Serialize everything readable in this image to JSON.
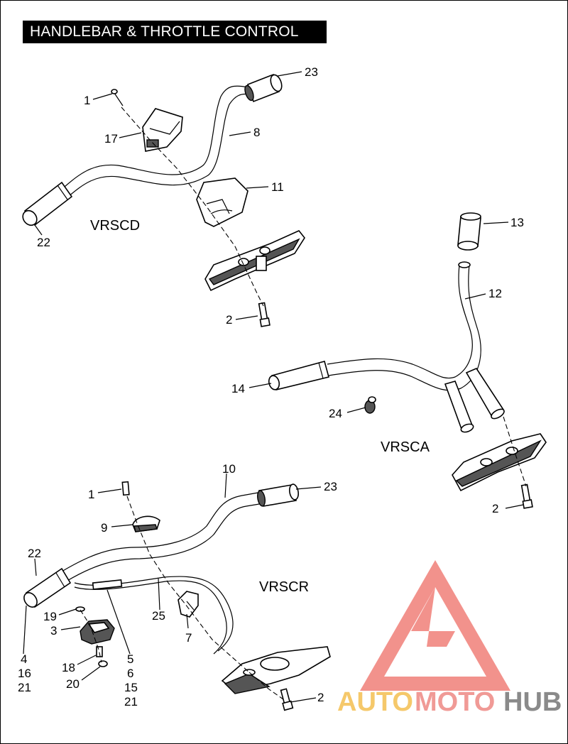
{
  "title": "HANDLEBAR & THROTTLE CONTROL",
  "models": {
    "vrscd": "VRSCD",
    "vrsca": "VRSCA",
    "vrscr": "VRSCR"
  },
  "callouts": {
    "d_1": "1",
    "d_17": "17",
    "d_8": "8",
    "d_23": "23",
    "d_11": "11",
    "d_22": "22",
    "d_2": "2",
    "a_13": "13",
    "a_12": "12",
    "a_14": "14",
    "a_24": "24",
    "a_2": "2",
    "r_10": "10",
    "r_23": "23",
    "r_1": "1",
    "r_9": "9",
    "r_22": "22",
    "r_19": "19",
    "r_3": "3",
    "r_25": "25",
    "r_7": "7",
    "r_18": "18",
    "r_20": "20",
    "r_2": "2",
    "r_4": "4",
    "r_16": "16",
    "r_21a": "21",
    "r_5": "5",
    "r_6": "6",
    "r_15": "15",
    "r_21b": "21"
  },
  "watermark": {
    "auto": "AUTO",
    "moto": "MOTO",
    "hub": "HUB",
    "colors": {
      "auto": "#f5c86a",
      "moto": "#f09a96",
      "hub": "#8a8a8a",
      "logo": "#f07f78"
    }
  }
}
